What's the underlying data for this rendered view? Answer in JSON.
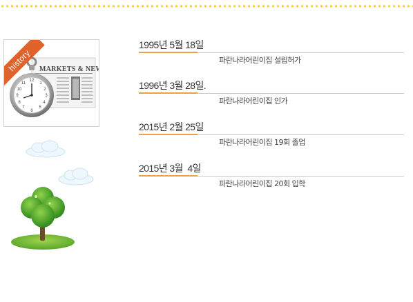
{
  "history_card": {
    "badge": "history",
    "news_title": "MARKETS & NEWS",
    "clock_icon": "pocket-watch-icon",
    "newspaper_icon": "newspaper-icon"
  },
  "decorations": {
    "cloud_icon": "cloud-icon",
    "tree_icon": "tree-icon"
  },
  "colors": {
    "dots": "#f0c93a",
    "accent": "#e9a24a",
    "badge": "#e2622b",
    "rule": "#c9c9c9"
  },
  "timeline": [
    {
      "date": "1995년 5월 18일",
      "description": "파란나라어린이집 설립허가"
    },
    {
      "date": "1996년 3월 28일.",
      "description": "파란나라어린이집 인가"
    },
    {
      "date": "2015년 2월 25일",
      "description": "파란나라어린이집 19회 졸업"
    },
    {
      "date": "2015년 3월  4일",
      "description": "파란나라어린이집 20회 입학"
    }
  ]
}
